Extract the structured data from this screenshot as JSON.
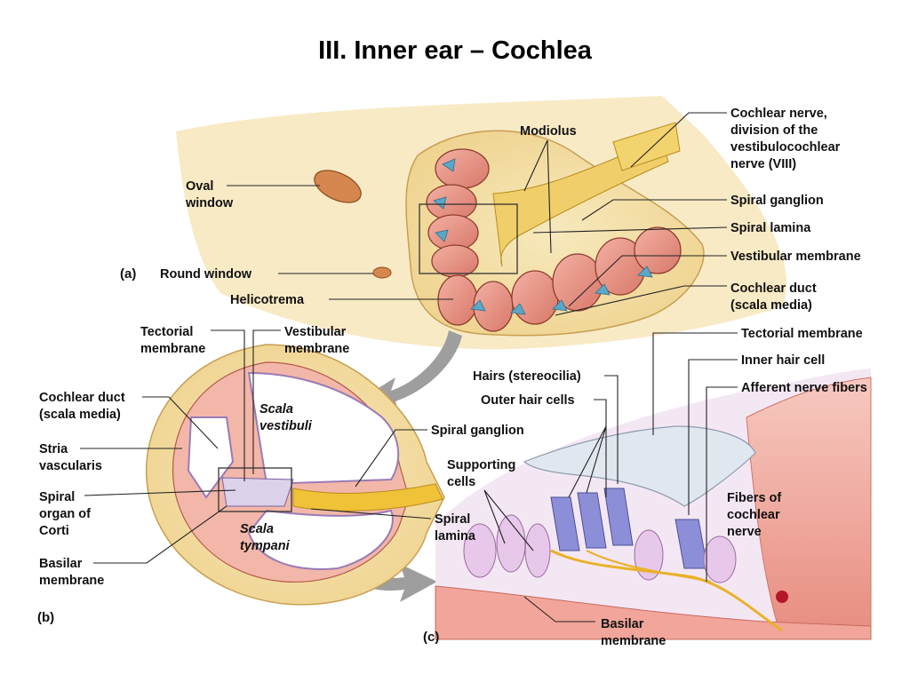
{
  "title": "III. Inner ear – Cochlea",
  "panels": {
    "a": "(a)",
    "b": "(b)",
    "c": "(c)"
  },
  "labels_a": {
    "modiolus": "Modiolus",
    "cochlear_nerve": [
      "Cochlear nerve,",
      "division of the",
      "vestibulocochlear",
      "nerve (VIII)"
    ],
    "oval_window": [
      "Oval",
      "window"
    ],
    "spiral_ganglion": "Spiral ganglion",
    "spiral_lamina": "Spiral lamina",
    "round_window": "Round window",
    "vestibular_membrane": "Vestibular membrane",
    "helicotrema": "Helicotrema",
    "cochlear_duct": [
      "Cochlear duct",
      "(scala media)"
    ]
  },
  "labels_b": {
    "tectorial_membrane": [
      "Tectorial",
      "membrane"
    ],
    "vestibular_membrane": [
      "Vestibular",
      "membrane"
    ],
    "cochlear_duct": [
      "Cochlear duct",
      "(scala media)"
    ],
    "scala_vestibuli": [
      "Scala",
      "vestibuli"
    ],
    "stria_vascularis": [
      "Stria",
      "vascularis"
    ],
    "spiral_ganglion": "Spiral ganglion",
    "spiral_organ": [
      "Spiral",
      "organ of",
      "Corti"
    ],
    "spiral_lamina": [
      "Spiral",
      "lamina"
    ],
    "scala_tympani": [
      "Scala",
      "tympani"
    ],
    "basilar_membrane": [
      "Basilar",
      "membrane"
    ]
  },
  "labels_c": {
    "tectorial_membrane": "Tectorial membrane",
    "hairs": "Hairs (stereocilia)",
    "inner_hair_cell": "Inner hair cell",
    "outer_hair_cells": "Outer hair cells",
    "afferent_fibers": "Afferent nerve fibers",
    "supporting_cells": [
      "Supporting",
      "cells"
    ],
    "fibers_cochlear_nerve": [
      "Fibers of",
      "cochlear",
      "nerve"
    ],
    "basilar_membrane": [
      "Basilar",
      "membrane"
    ]
  },
  "colors": {
    "bone": "#f3dfa4",
    "tissue": "#e98d7d",
    "duct_blue": "#5aa7c8",
    "nerve": "#e9b22a",
    "membrane": "#dfe6ee",
    "hair_cell": "#8c8fd8",
    "arrow": "#9e9e9e"
  }
}
